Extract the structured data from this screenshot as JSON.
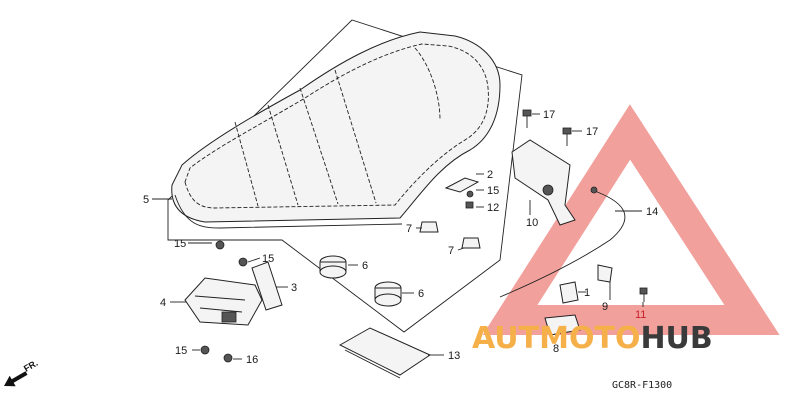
{
  "diagram": {
    "code": "GC8R-F1300",
    "direction_label": "FR.",
    "callouts": [
      {
        "id": "c1",
        "text": "1"
      },
      {
        "id": "c2",
        "text": "2"
      },
      {
        "id": "c3",
        "text": "3"
      },
      {
        "id": "c4",
        "text": "4"
      },
      {
        "id": "c5",
        "text": "5"
      },
      {
        "id": "c6a",
        "text": "6"
      },
      {
        "id": "c6b",
        "text": "6"
      },
      {
        "id": "c7a",
        "text": "7"
      },
      {
        "id": "c7b",
        "text": "7"
      },
      {
        "id": "c8",
        "text": "8"
      },
      {
        "id": "c9",
        "text": "9"
      },
      {
        "id": "c10",
        "text": "10"
      },
      {
        "id": "c11",
        "text": "11"
      },
      {
        "id": "c12",
        "text": "12"
      },
      {
        "id": "c13",
        "text": "13"
      },
      {
        "id": "c14",
        "text": "14"
      },
      {
        "id": "c15a",
        "text": "15"
      },
      {
        "id": "c15b",
        "text": "15"
      },
      {
        "id": "c15c",
        "text": "15"
      },
      {
        "id": "c15d",
        "text": "15"
      },
      {
        "id": "c16",
        "text": "16"
      },
      {
        "id": "c17a",
        "text": "17"
      },
      {
        "id": "c17b",
        "text": "17"
      }
    ]
  },
  "watermark": {
    "part1": "AUT",
    "part2": "MOTO",
    "part3": "HUB",
    "colors": {
      "accent": "#f6b04a",
      "triangle": "#e8524a",
      "dark": "#3a3a3a"
    }
  }
}
